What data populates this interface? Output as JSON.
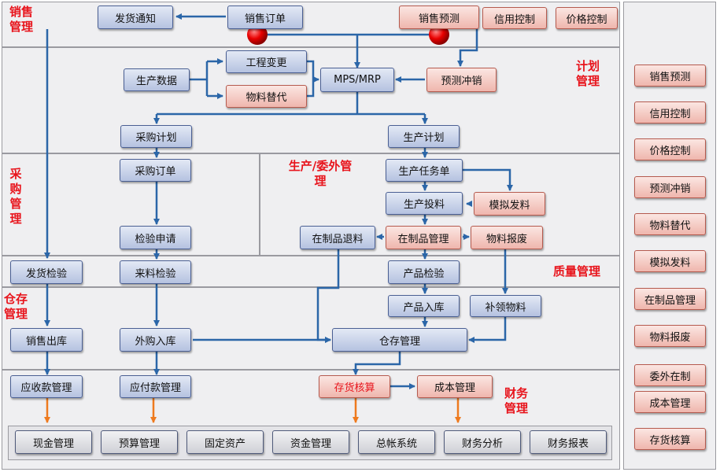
{
  "sections": {
    "sales": "销售管理",
    "plan": "计划管理",
    "purchase": "采购管理",
    "production": "生产/委外管理",
    "quality": "质量管理",
    "storage": "仓存管理",
    "finance": "财务管理"
  },
  "nodes": {
    "ship_notice": "发货通知",
    "sales_order": "销售订单",
    "sales_forecast": "销售预测",
    "credit_control": "信用控制",
    "price_control": "价格控制",
    "prod_data": "生产数据",
    "eng_change": "工程变更",
    "material_sub": "物料替代",
    "mps_mrp": "MPS/MRP",
    "forecast_offset": "预测冲销",
    "purchase_plan": "采购计划",
    "prod_plan": "生产计划",
    "purchase_order": "采购订单",
    "prod_task": "生产任务单",
    "prod_feed": "生产投料",
    "sim_issue": "模拟发料",
    "inspect_request": "检验申请",
    "wip_return": "在制品退料",
    "wip_mgmt": "在制品管理",
    "material_scrap": "物料报废",
    "ship_inspect": "发货检验",
    "incoming_inspect": "来料检验",
    "product_inspect": "产品检验",
    "product_in": "产品入库",
    "replenish": "补领物料",
    "sales_out": "销售出库",
    "purchase_in": "外购入库",
    "storage_mgmt": "仓存管理",
    "receivable": "应收款管理",
    "payable": "应付款管理",
    "inventory_acct": "存货核算",
    "cost_mgmt": "成本管理",
    "cash": "现金管理",
    "budget": "预算管理",
    "fixed_assets": "固定资产",
    "capital": "资金管理",
    "general_ledger": "总帐系统",
    "fin_analysis": "财务分析",
    "fin_report": "财务报表"
  },
  "sidebar": [
    "销售预测",
    "信用控制",
    "价格控制",
    "预测冲销",
    "物料替代",
    "模拟发料",
    "在制品管理",
    "物料报废",
    "委外在制",
    "成本管理",
    "存货核算"
  ]
}
